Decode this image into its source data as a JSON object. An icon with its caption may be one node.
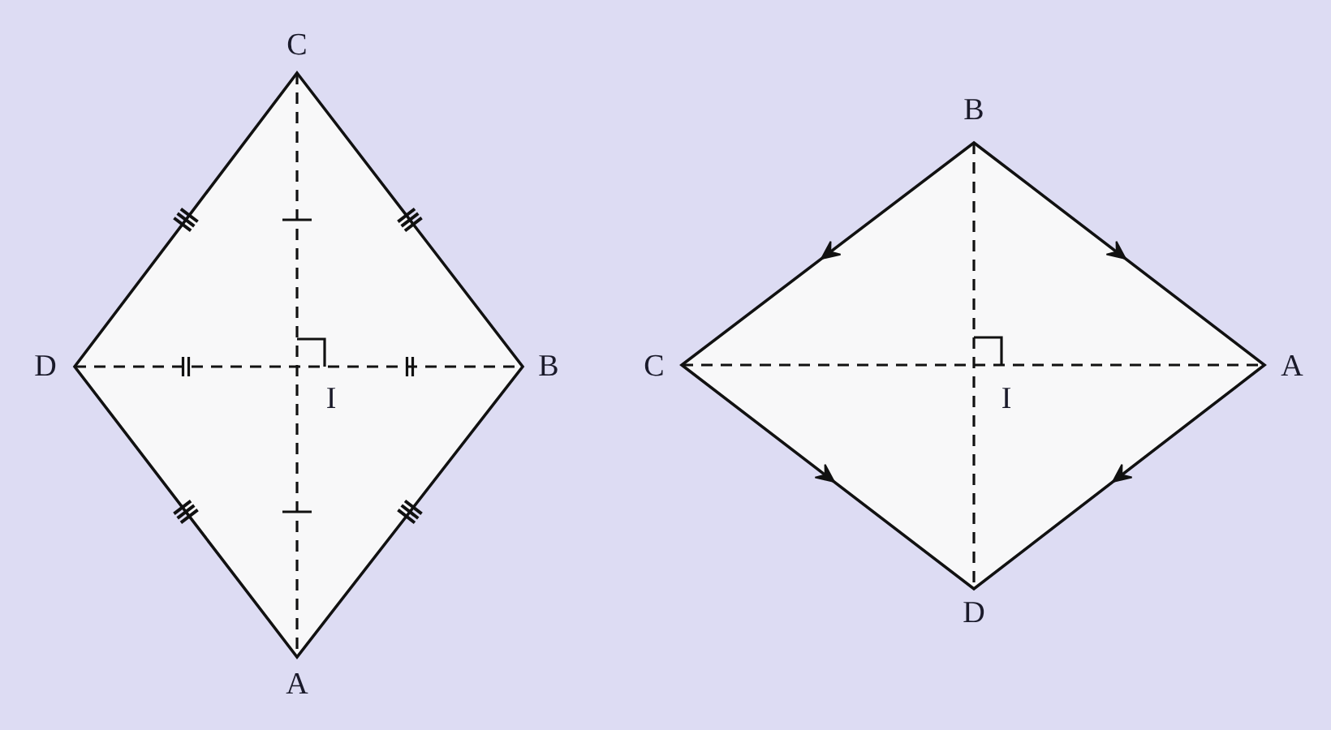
{
  "diagram": {
    "labels": [
      "C",
      "D",
      "B",
      "I",
      "A",
      "B",
      "C",
      "A",
      "I",
      "D"
    ]
  }
}
